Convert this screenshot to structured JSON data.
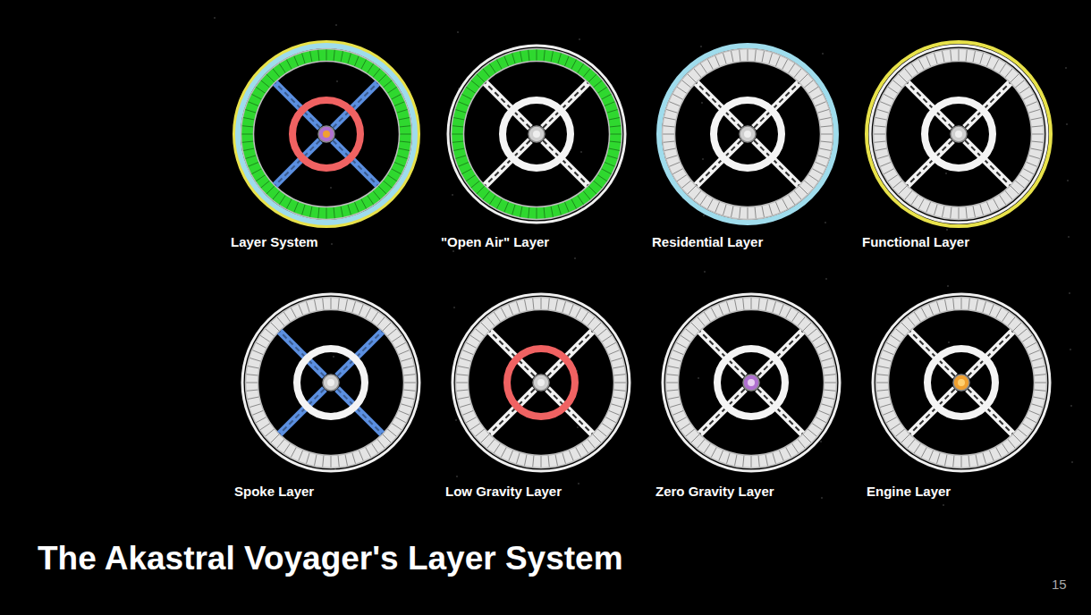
{
  "diagram": {
    "title": "The Akastral Voyager's Layer System",
    "labels": [
      "Layer System",
      "\"Open Air\" Layer",
      "Residential Layer",
      "Functional Layer",
      "Spoke Layer",
      "Low Gravity Layer",
      "Zero Gravity Layer",
      "Engine Layer",
      "15"
    ]
  }
}
